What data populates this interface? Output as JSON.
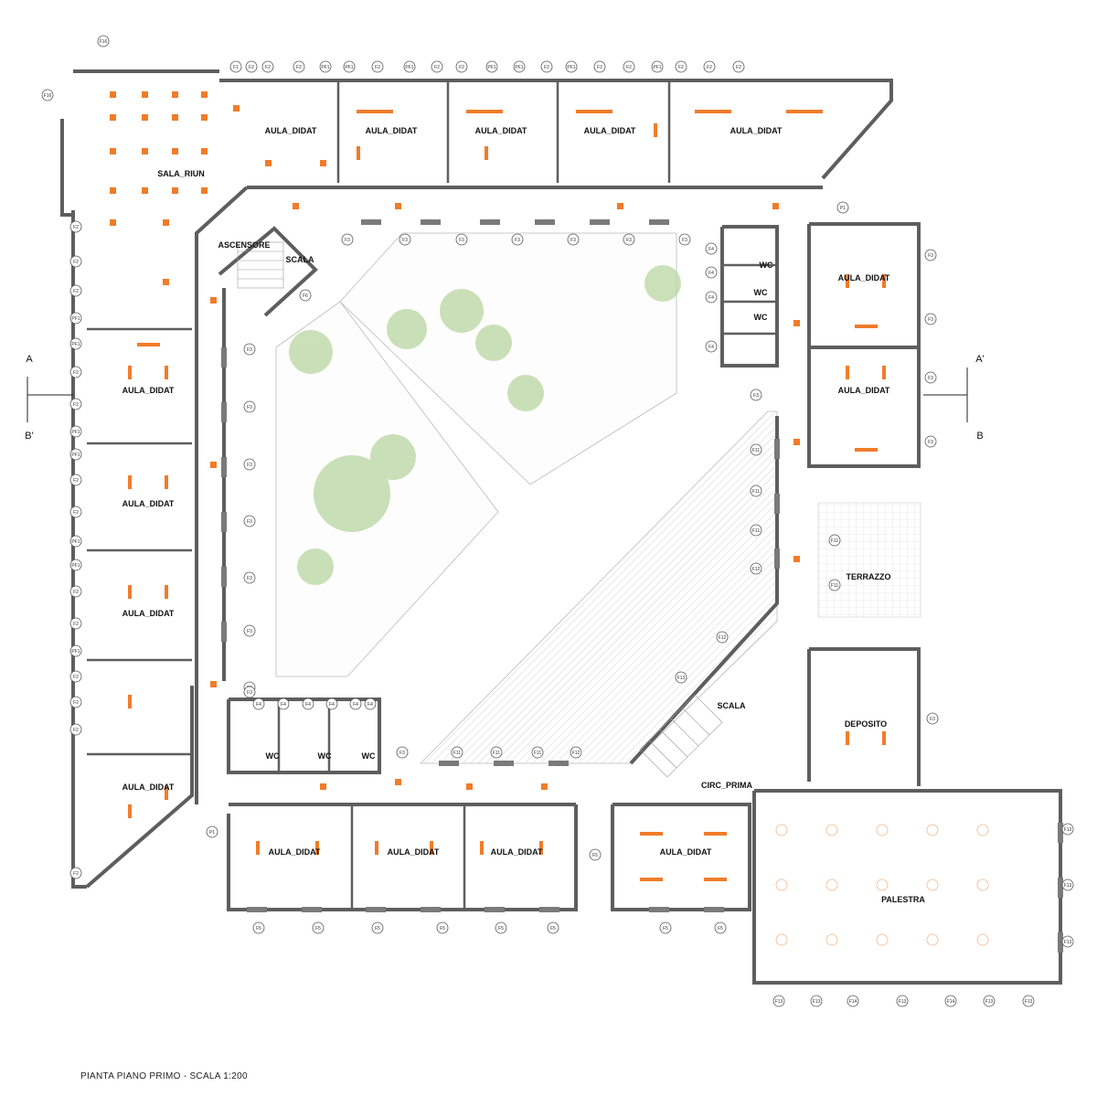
{
  "caption": "PIANTA PIANO PRIMO - SCALA 1:200",
  "colors": {
    "wall": "#6e6e6e",
    "wall_dark": "#4a4a4a",
    "accent": "#f07c2a",
    "tree": "#a8c98a",
    "hatch": "#cfcfcf"
  },
  "rooms": {
    "sala_riun": "SALA_RIUN",
    "aula_top_1": "AULA_DIDAT",
    "aula_top_2": "AULA_DIDAT",
    "aula_top_3": "AULA_DIDAT",
    "aula_top_4": "AULA_DIDAT",
    "aula_top_5": "AULA_DIDAT",
    "aula_left_1": "AULA_DIDAT",
    "aula_left_2": "AULA_DIDAT",
    "aula_left_3": "AULA_DIDAT",
    "aula_left_4": "AULA_DIDAT",
    "aula_right_1": "AULA_DIDAT",
    "aula_right_2": "AULA_DIDAT",
    "aula_bottom_1": "AULA_DIDAT",
    "aula_bottom_2": "AULA_DIDAT",
    "aula_bottom_3": "AULA_DIDAT",
    "aula_bottom_4": "AULA_DIDAT",
    "ascensore": "ASCENSORE",
    "scala_top": "SCALA",
    "scala_bottom": "SCALA",
    "wc_right_1": "WC",
    "wc_right_2": "WC",
    "wc_right_3": "WC",
    "wc_bottom_1": "WC",
    "wc_bottom_2": "WC",
    "wc_bottom_3": "WC",
    "terrazzo": "TERRAZZO",
    "deposito": "DEPOSITO",
    "circ_prima": "CIRC_PRIMA",
    "palestra": "PALESTRA"
  },
  "section_marks": {
    "a": "A",
    "a_prime": "A'",
    "b": "B",
    "b_prime": "B'"
  },
  "window_tags": {
    "top": [
      "F1",
      "F2",
      "F2",
      "F2",
      "PF1",
      "PF1",
      "F2",
      "PF1",
      "F2",
      "F2",
      "PF1",
      "PF1",
      "F2",
      "PF1",
      "F2",
      "F2",
      "PF1",
      "F2",
      "F2",
      "F2"
    ],
    "corridor_top": [
      "F3",
      "F3",
      "F3",
      "F3",
      "F3",
      "F3",
      "F3"
    ],
    "left": [
      "F2",
      "F2",
      "F2",
      "PF1",
      "PF1",
      "F2",
      "F2",
      "PF1",
      "PF1",
      "F2",
      "F2",
      "PF1",
      "PF1",
      "F2",
      "F2",
      "PF1",
      "F2",
      "F2",
      "F2",
      "F2"
    ],
    "inner_left": [
      "F3",
      "F3",
      "F3",
      "F3",
      "F3",
      "F3",
      "F3",
      "F3"
    ],
    "inner_right": [
      "F3",
      "F11",
      "F11",
      "F11",
      "F12"
    ],
    "right_wc": [
      "F4",
      "F4",
      "F4",
      "F4"
    ],
    "bottom_wc": [
      "F4",
      "F4",
      "F4",
      "F4",
      "F4",
      "F4"
    ],
    "bottom_court": [
      "F3",
      "F11",
      "F11",
      "F11",
      "F12"
    ],
    "bottom": [
      "F5",
      "F5",
      "F5",
      "F5",
      "F5",
      "F5",
      "F5",
      "F5"
    ],
    "palestra_bottom": [
      "F13",
      "F13",
      "F14",
      "F13",
      "F14",
      "F13",
      "F13"
    ],
    "palestra_right": [
      "F13",
      "F13",
      "F13"
    ],
    "aula_right": [
      "F3",
      "F3",
      "F3",
      "F3"
    ],
    "misc": {
      "f16_top": "F16",
      "f16_side": "F16",
      "p1_top": "P1",
      "p1_bottom": "P1",
      "f5_mid": "F5",
      "f6": "F6",
      "f13_stair": "F13",
      "f12_stair": "F12",
      "f11_terr_1": "F11",
      "f11_terr_2": "F11",
      "deposito_win": "F3"
    }
  }
}
